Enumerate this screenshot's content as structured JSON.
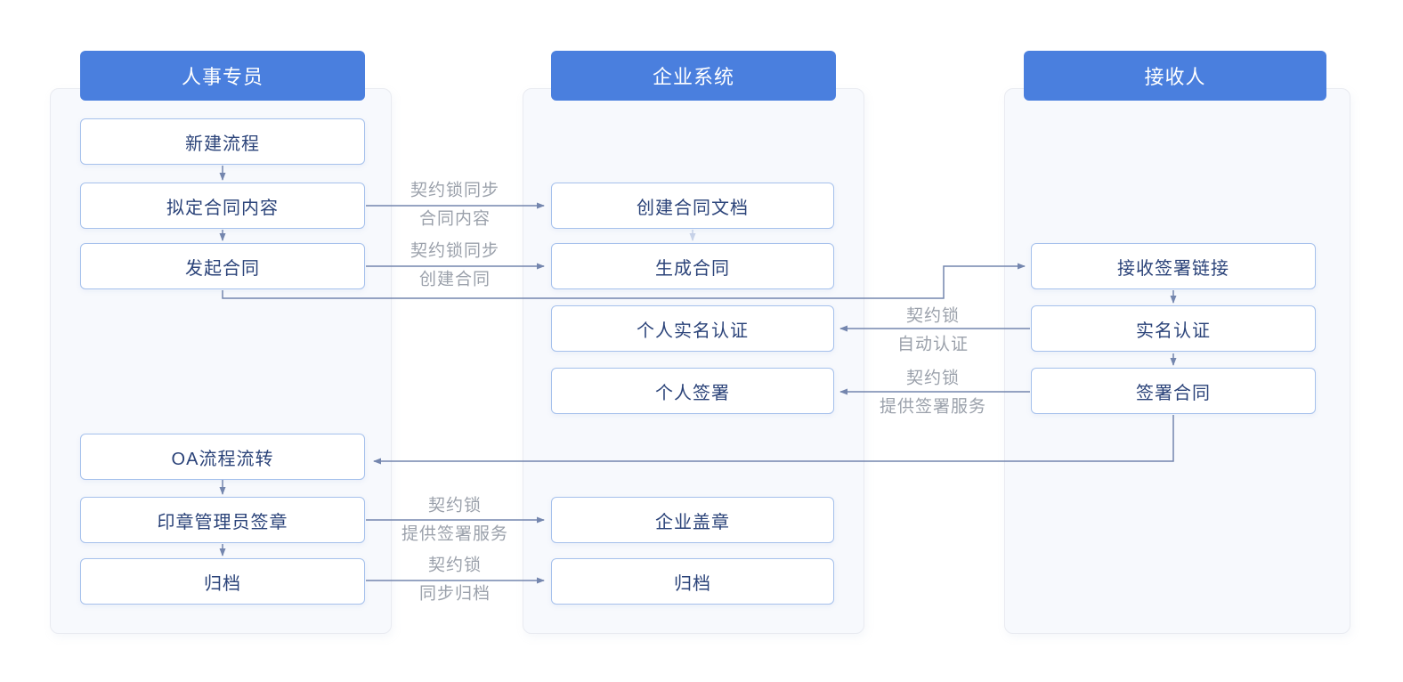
{
  "diagram": {
    "type": "swimlane-flowchart",
    "lanes": [
      {
        "title": "人事专员"
      },
      {
        "title": "企业系统"
      },
      {
        "title": "接收人"
      }
    ],
    "nodes": {
      "create_process": "新建流程",
      "draft_content": "拟定合同内容",
      "initiate_contract": "发起合同",
      "oa_flow": "OA流程流转",
      "seal_admin_sign": "印章管理员签章",
      "hr_archive": "归档",
      "create_doc": "创建合同文档",
      "generate_contract": "生成合同",
      "personal_realname": "个人实名认证",
      "personal_sign": "个人签署",
      "company_seal": "企业盖章",
      "system_archive": "归档",
      "receive_link": "接收签署链接",
      "realname_auth": "实名认证",
      "sign_contract": "签署合同"
    },
    "edge_labels": {
      "sync_content": [
        "契约锁同步",
        "合同内容"
      ],
      "sync_create": [
        "契约锁同步",
        "创建合同"
      ],
      "auto_auth": [
        "契约锁",
        "自动认证"
      ],
      "provide_sign_recipient": [
        "契约锁",
        "提供签署服务"
      ],
      "provide_sign_hr": [
        "契约锁",
        "提供签署服务"
      ],
      "sync_archive": [
        "契约锁",
        "同步归档"
      ]
    },
    "colors": {
      "header_bg": "#4A7FDE",
      "header_text": "#FFFFFF",
      "lane_bg": "#F7F9FD",
      "lane_border": "#E9EBF1",
      "box_bg": "#FFFFFF",
      "box_border": "#A6C1EC",
      "box_text": "#2B4379",
      "arrow": "#7486AE",
      "arrow_faint": "#C7D2E8",
      "label_text": "#9BA1AB"
    }
  }
}
